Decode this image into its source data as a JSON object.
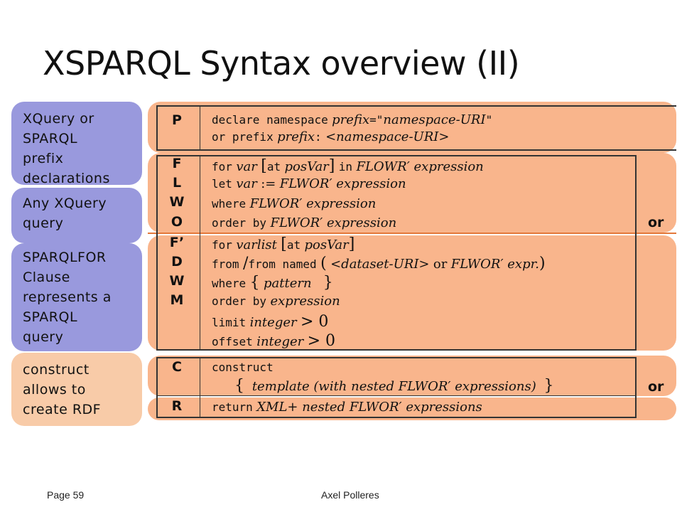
{
  "title": "XSPARQL Syntax overview (II)",
  "callouts": {
    "prefix": [
      "XQuery or",
      "SPARQL",
      "prefix",
      "declarations"
    ],
    "xquery": [
      "Any XQuery",
      "query"
    ],
    "sparqlfor": [
      "SPARQLFOR",
      "Clause",
      "represents a",
      "SPARQL",
      "query"
    ],
    "construct": [
      "construct",
      "allows to",
      "create RDF"
    ]
  },
  "grammar": {
    "P": {
      "label": "P",
      "line1": {
        "kw": "declare namespace",
        "var": "prefix",
        "eq": "=\"",
        "val": "namespace-URI",
        "end": "\""
      },
      "line2": {
        "kw": "or prefix",
        "var": "prefix",
        "colon": ":",
        "val": "<namespace-URI>"
      }
    },
    "FLWOR": {
      "labels": [
        "F",
        "L",
        "W",
        "O"
      ],
      "for": {
        "kw": "for",
        "var": "var",
        "lb": "[",
        "at": "at",
        "pos": "posVar",
        "rb": "]",
        "in": "in",
        "expr": "FLOWR′ expression"
      },
      "let": {
        "kw": "let",
        "var": "var",
        "assign": ":=",
        "expr": "FLWOR′ expression"
      },
      "where": {
        "kw": "where",
        "expr": "FLWOR′ expression"
      },
      "order": {
        "kw": "order by",
        "expr": "FLWOR′ expression"
      },
      "or": "or"
    },
    "SPARQL": {
      "labels": [
        "F’",
        "D",
        "W",
        "M"
      ],
      "for": {
        "kw": "for",
        "var": "varlist",
        "lb": "[",
        "at": "at",
        "pos": "posVar",
        "rb": "]"
      },
      "from": {
        "kw1": "from",
        "slash": "/",
        "kw2": "from named",
        "lp": "(",
        "uri": "<dataset-URI>",
        "or": "or",
        "expr": "FLWOR′ expr.",
        "rp": ")"
      },
      "where": {
        "kw": "where",
        "lb": "{",
        "pattern": "pattern",
        "rb": "}"
      },
      "order": {
        "kw": "order by",
        "expr": "expression"
      },
      "limit": {
        "kw": "limit",
        "expr": "integer",
        "cmp": "> 0"
      },
      "offset": {
        "kw": "offset",
        "expr": "integer",
        "cmp": "> 0"
      }
    },
    "C": {
      "label": "C",
      "kw": "construct",
      "lb": "{",
      "tmpl": "template (with nested FLWOR′ expressions)",
      "rb": "}",
      "or": "or"
    },
    "R": {
      "label": "R",
      "kw": "return",
      "expr": "XML+ nested FLWOR′ expressions"
    }
  },
  "footer": {
    "page": "Page 59",
    "author": "Axel Polleres"
  }
}
